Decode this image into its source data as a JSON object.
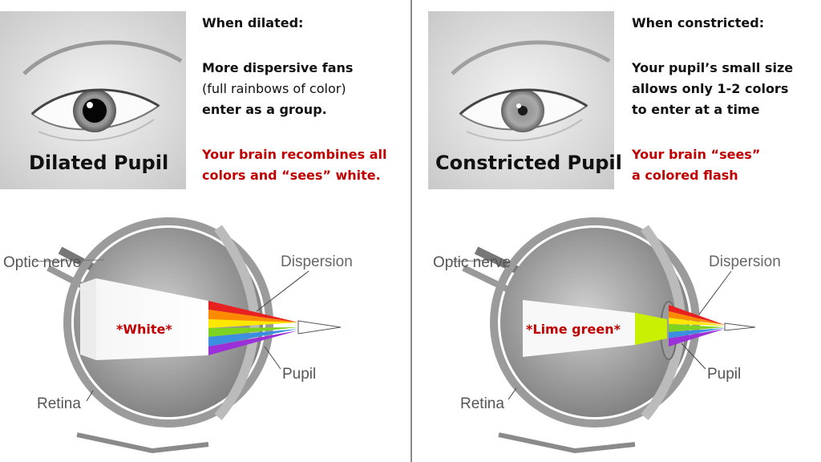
{
  "left": {
    "photo_label": "Dilated Pupil",
    "heading": "When dilated:",
    "desc_line1": "More dispersive fans",
    "desc_line2": "(full rainbows of color)",
    "desc_line3": "enter as a group.",
    "result_line1": "Your brain recombines all",
    "result_line2": "colors and “sees” white.",
    "diagram": {
      "optic_nerve": "Optic nerve",
      "dispersion": "Dispersion",
      "center_label": "*White*",
      "pupil": "Pupil",
      "retina": "Retina"
    }
  },
  "right": {
    "photo_label": "Constricted Pupil",
    "heading": "When constricted:",
    "desc_line1": "Your pupil’s small size",
    "desc_line2": "allows only 1-2 colors",
    "desc_line3": "to enter at a time",
    "result_line1": "Your brain “sees”",
    "result_line2": "a colored flash",
    "diagram": {
      "optic_nerve": "Optic nerve",
      "dispersion": "Dispersion",
      "center_label": "*Lime green*",
      "pupil": "Pupil",
      "retina": "Retina"
    }
  },
  "colors": {
    "emphasis_red": "#c00000",
    "lime_green": "#c8f000",
    "divider": "#8a8a8a"
  }
}
